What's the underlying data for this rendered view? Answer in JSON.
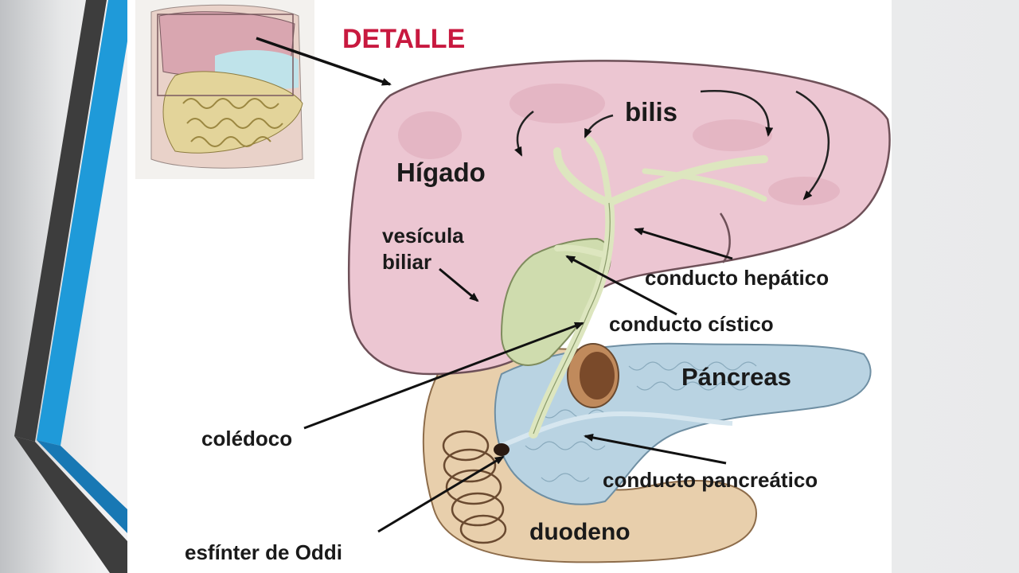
{
  "slide": {
    "accent_dark": "#3d3d3d",
    "accent_blue": "#1f9ad9",
    "accent_deep_blue": "#1878b4"
  },
  "figure": {
    "title": "DETALLE",
    "labels": {
      "bilis": "bilis",
      "higado": "Hígado",
      "vesicula_line1": "vesícula",
      "vesicula_line2": "biliar",
      "conducto_hepatico": "conducto hepático",
      "conducto_cistico": "conducto cístico",
      "pancreas": "Páncreas",
      "coledoco": "colédoco",
      "conducto_pancreatico": "conducto pancreático",
      "esfinter": "esfínter de Oddi",
      "duodeno": "duodeno"
    },
    "colors": {
      "liver": "#ecc6d2",
      "liver_edge": "#6e5058",
      "gallbladder": "#cfdcae",
      "ducts": "#dde6bf",
      "pancreas": "#b9d3e2",
      "duodenum": "#e8cfac",
      "title": "#c8193f"
    },
    "icons": [
      "pointer-arrow-icon"
    ]
  }
}
